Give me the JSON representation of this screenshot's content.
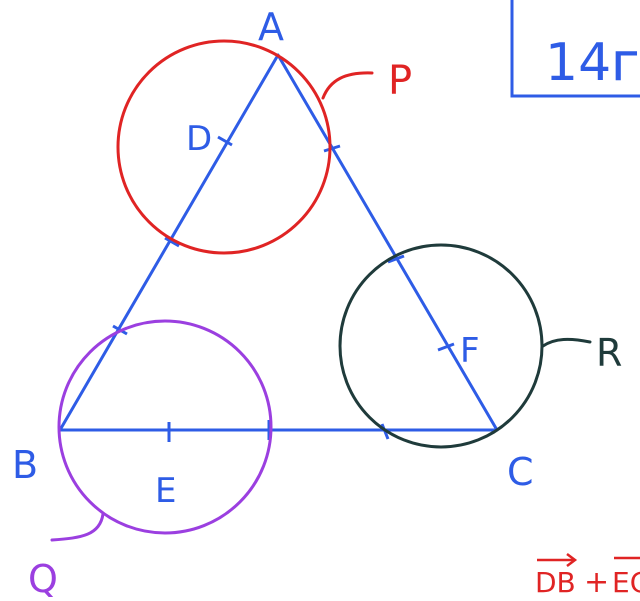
{
  "colors": {
    "triangle": "#2e5ce6",
    "circle_p": "#e02424",
    "circle_q": "#9b3fe0",
    "circle_r": "#1f3b3b",
    "background": "#ffffff"
  },
  "vertices": {
    "a": "A",
    "b": "B",
    "c": "C"
  },
  "midpoints": {
    "d": "D",
    "e": "E",
    "f": "F"
  },
  "circles": {
    "p": "P",
    "q": "Q",
    "r": "R"
  },
  "box_text": "14ᴦ",
  "expression": {
    "term1": "DB",
    "plus": "+",
    "term2": "EC"
  }
}
